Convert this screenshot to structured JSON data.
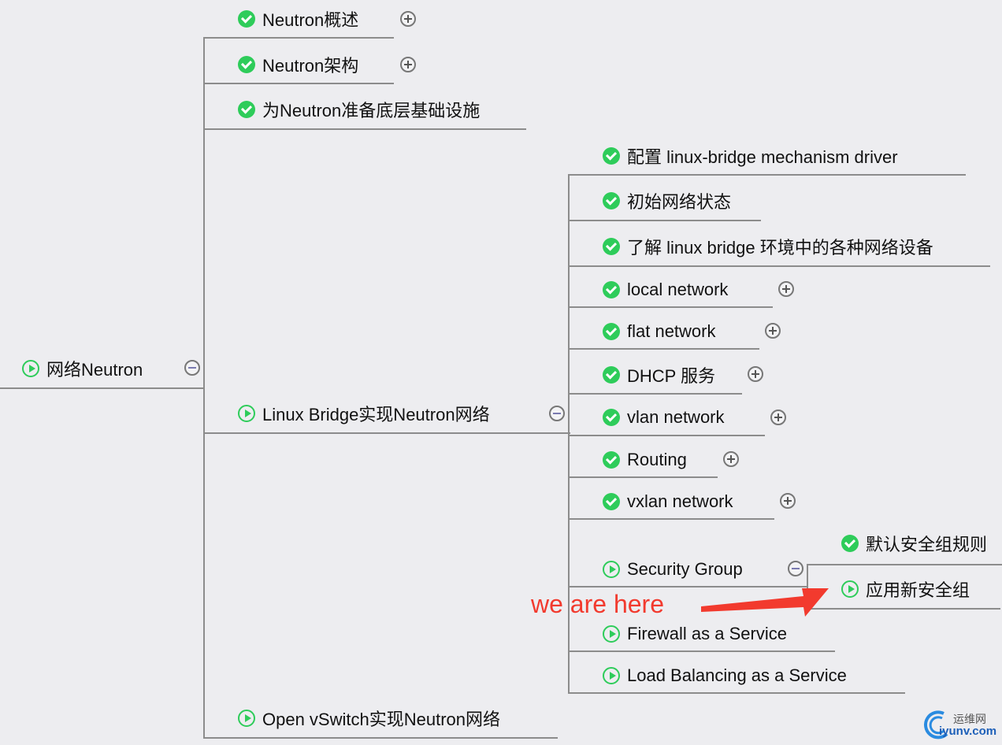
{
  "root": {
    "label": "网络Neutron",
    "status": "in-progress",
    "expanded": true
  },
  "level1": [
    {
      "label": "Neutron概述",
      "status": "done",
      "toggle": "expand"
    },
    {
      "label": "Neutron架构",
      "status": "done",
      "toggle": "expand"
    },
    {
      "label": "为Neutron准备底层基础设施",
      "status": "done"
    },
    {
      "label": "Linux Bridge实现Neutron网络",
      "status": "in-progress",
      "toggle": "collapse"
    },
    {
      "label": "Open vSwitch实现Neutron网络",
      "status": "in-progress"
    }
  ],
  "linux_bridge_children": [
    {
      "label": "配置 linux-bridge mechanism driver",
      "status": "done"
    },
    {
      "label": "初始网络状态",
      "status": "done"
    },
    {
      "label": "了解 linux bridge 环境中的各种网络设备",
      "status": "done"
    },
    {
      "label": "local network",
      "status": "done",
      "toggle": "expand"
    },
    {
      "label": "flat network",
      "status": "done",
      "toggle": "expand"
    },
    {
      "label": "DHCP 服务",
      "status": "done",
      "toggle": "expand"
    },
    {
      "label": "vlan network",
      "status": "done",
      "toggle": "expand"
    },
    {
      "label": "Routing",
      "status": "done",
      "toggle": "expand"
    },
    {
      "label": "vxlan network",
      "status": "done",
      "toggle": "expand"
    },
    {
      "label": "Security Group",
      "status": "in-progress",
      "toggle": "collapse"
    },
    {
      "label": "Firewall as a Service",
      "status": "in-progress"
    },
    {
      "label": "Load Balancing as a Service",
      "status": "in-progress"
    }
  ],
  "security_group_children": [
    {
      "label": "默认安全组规则",
      "status": "done"
    },
    {
      "label": "应用新安全组",
      "status": "in-progress"
    }
  ],
  "annotation": {
    "text": "we are here",
    "color": "#f23a2e"
  },
  "watermark": {
    "line1": "运维网",
    "line2": "iyunv.com"
  },
  "colors": {
    "done": "#2ecc5a",
    "line": "#8c8c8c",
    "background": "#ededf0"
  }
}
